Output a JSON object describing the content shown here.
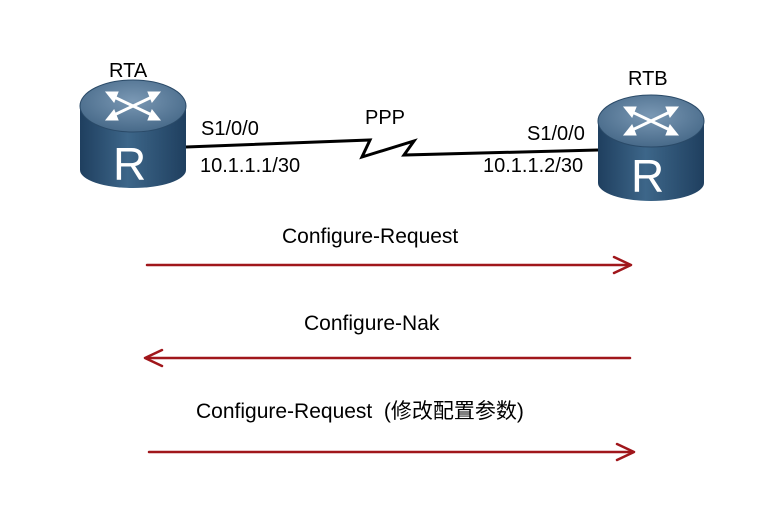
{
  "routers": {
    "a": {
      "name": "RTA",
      "interface": "S1/0/0",
      "ip": "10.1.1.1/30",
      "glyph": "R"
    },
    "b": {
      "name": "RTB",
      "interface": "S1/0/0",
      "ip": "10.1.1.2/30",
      "glyph": "R"
    }
  },
  "link": {
    "label": "PPP"
  },
  "messages": [
    {
      "label": "Configure-Request",
      "direction": "right"
    },
    {
      "label": "Configure-Nak",
      "direction": "left"
    },
    {
      "label": "Configure-Request  (修改配置参数)",
      "direction": "right"
    }
  ],
  "colors": {
    "router_top": "#4f6f8d",
    "router_body": "#2d5273",
    "link": "#000000",
    "arrow": "#a0161b"
  }
}
